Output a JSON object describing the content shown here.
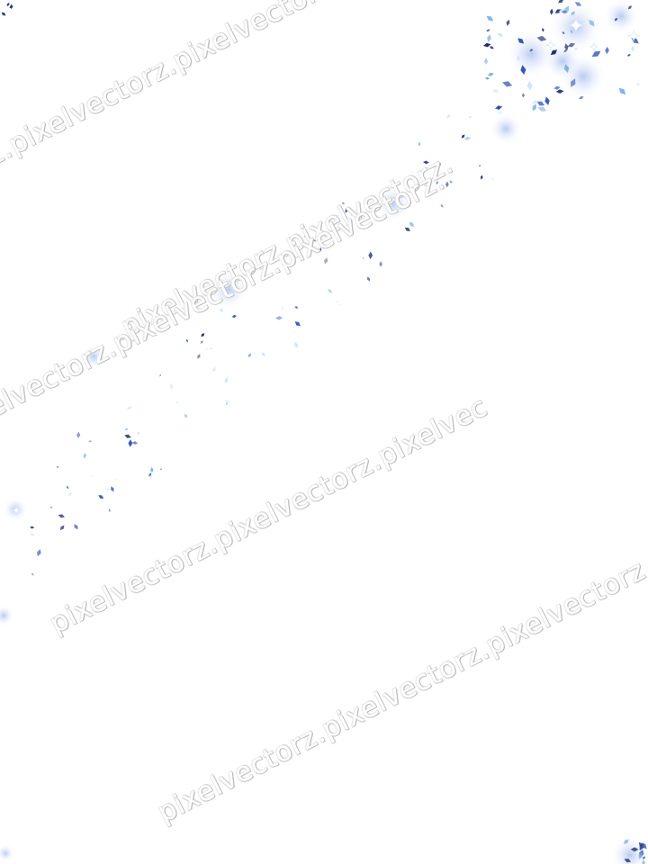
{
  "watermark": {
    "text_1": "z.pixelvectorz.pixelvectorz.pixe",
    "text_2": ".pixelvectorz.pixelvectorz.",
    "text_3": "elvectorz.pixelvectorz.pixelvectorz.",
    "text_4": "pixelvectorz.pixelvectorz.pixelvec",
    "text_5": "pixelvectorz.pixelvectorz.pixelvectorz."
  },
  "palette": {
    "background": "#ffffff",
    "confetti_dark": "#1d2f6f",
    "confetti_mid": "#2f56b4",
    "confetti_light": "#7fb2e5",
    "confetti_pale": "#cfe3f7",
    "glow": "#8aa8e8",
    "watermark_shadow": "#bdbdbd"
  },
  "scene": {
    "subject": "blue confetti",
    "decor_icons": [
      "sparkle-icon",
      "confetti-diamond-icon"
    ]
  }
}
